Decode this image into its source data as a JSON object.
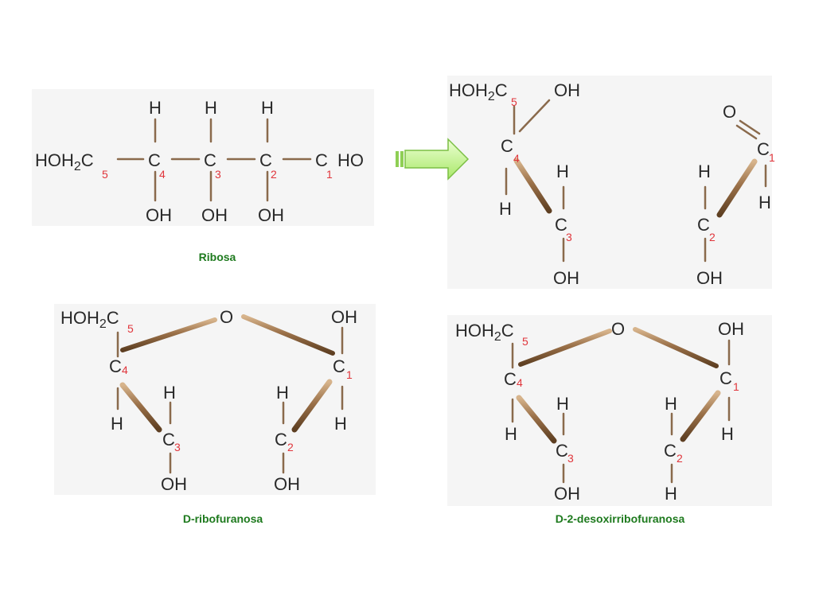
{
  "colors": {
    "bond": "#a67c52",
    "label": "#2a2a2a",
    "number": "#e0353b",
    "caption": "#1e7a1e",
    "arrow": "#b8f07a"
  },
  "icons": {
    "arrow": "right-arrow-icon"
  },
  "ribosa": {
    "caption": "Ribosa",
    "hoh2": "HOH",
    "sub2": "2",
    "c": "C",
    "ho": "HO",
    "h": "H",
    "oh": "OH",
    "n1": "1",
    "n2": "2",
    "n3": "3",
    "n4": "4",
    "n5": "5"
  },
  "open": {
    "hoh2": "HOH",
    "sub2": "2",
    "c": "C",
    "o": "O",
    "h": "H",
    "oh": "OH",
    "n1": "1",
    "n2": "2",
    "n3": "3",
    "n4": "4",
    "n5": "5"
  },
  "furanosa": {
    "caption": "D-ribofuranosa",
    "hoh2": "HOH",
    "sub2": "2",
    "c": "C",
    "o": "O",
    "h": "H",
    "oh": "OH",
    "n1": "1",
    "n2": "2",
    "n3": "3",
    "n4": "4",
    "n5": "5"
  },
  "desoxi": {
    "caption": "D-2-desoxirribofuranosa",
    "hoh2": "HOH",
    "sub2": "2",
    "c": "C",
    "o": "O",
    "h": "H",
    "oh": "OH",
    "n1": "1",
    "n2": "2",
    "n3": "3",
    "n4": "4",
    "n5": "5"
  }
}
